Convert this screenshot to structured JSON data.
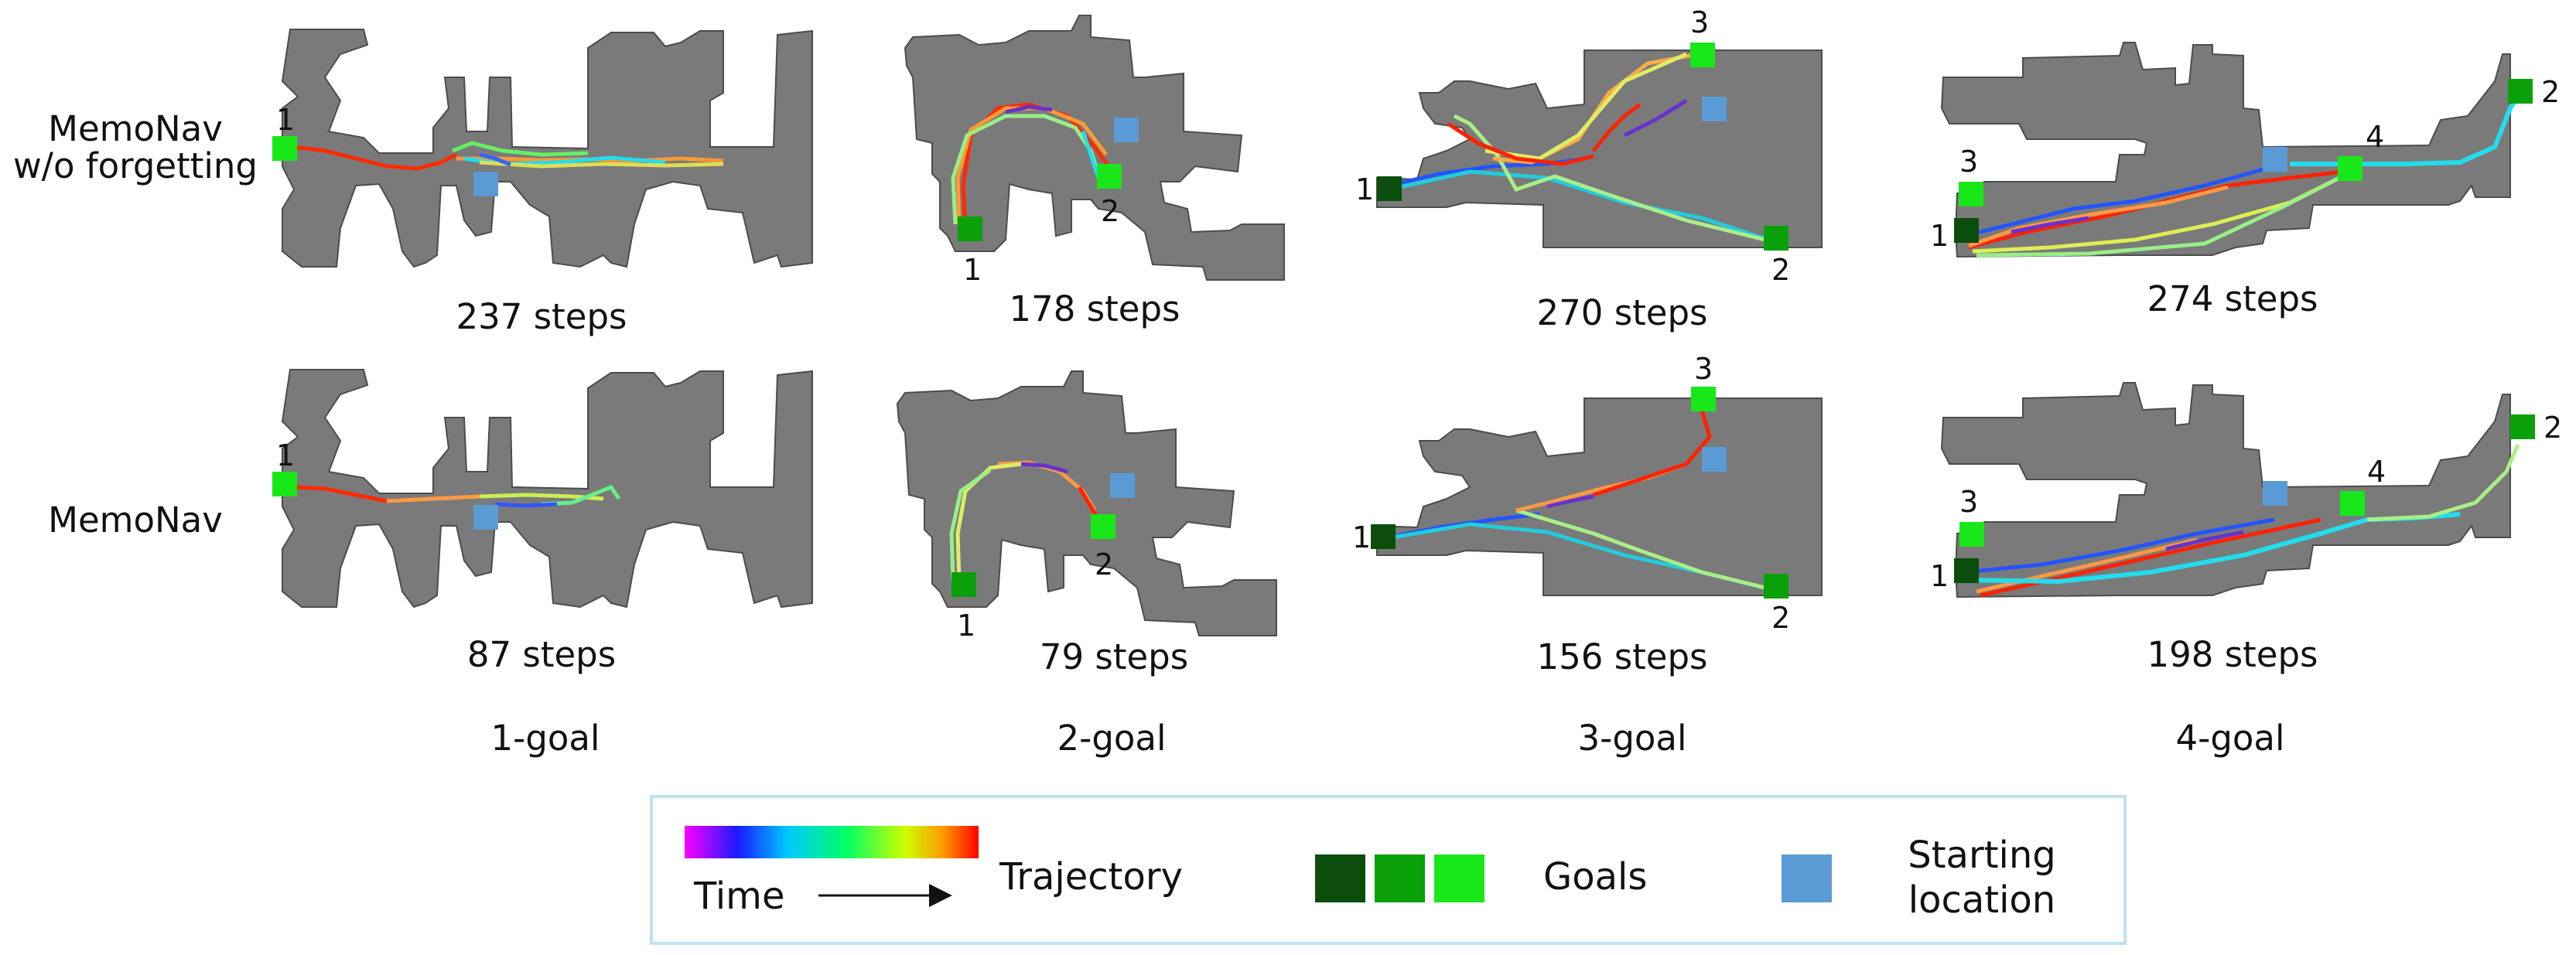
{
  "row_labels": [
    {
      "line1": "MemoNav",
      "line2": "w/o forgetting"
    },
    {
      "line1": "MemoNav",
      "line2": ""
    }
  ],
  "columns": [
    "1-goal",
    "2-goal",
    "3-goal",
    "4-goal"
  ],
  "steps": {
    "top": [
      "237 steps",
      "178 steps",
      "270 steps",
      "274 steps"
    ],
    "bottom": [
      "87 steps",
      "79 steps",
      "156 steps",
      "198 steps"
    ]
  },
  "goal_labels": {
    "g1": "1",
    "g2": "2",
    "g3": "3",
    "g4": "4"
  },
  "legend": {
    "time": "Time",
    "trajectory": "Trajectory",
    "goals": "Goals",
    "starting_line1": "Starting",
    "starting_line2": "location"
  },
  "colors": {
    "map": "#7a7a7a",
    "map_edge": "#4c4c4c",
    "goal_1": "#0b4d0b",
    "goal_2": "#0aa00a",
    "goal_3": "#18e818",
    "start": "#5b9bd5",
    "legend_border": "#bfe3f0"
  }
}
